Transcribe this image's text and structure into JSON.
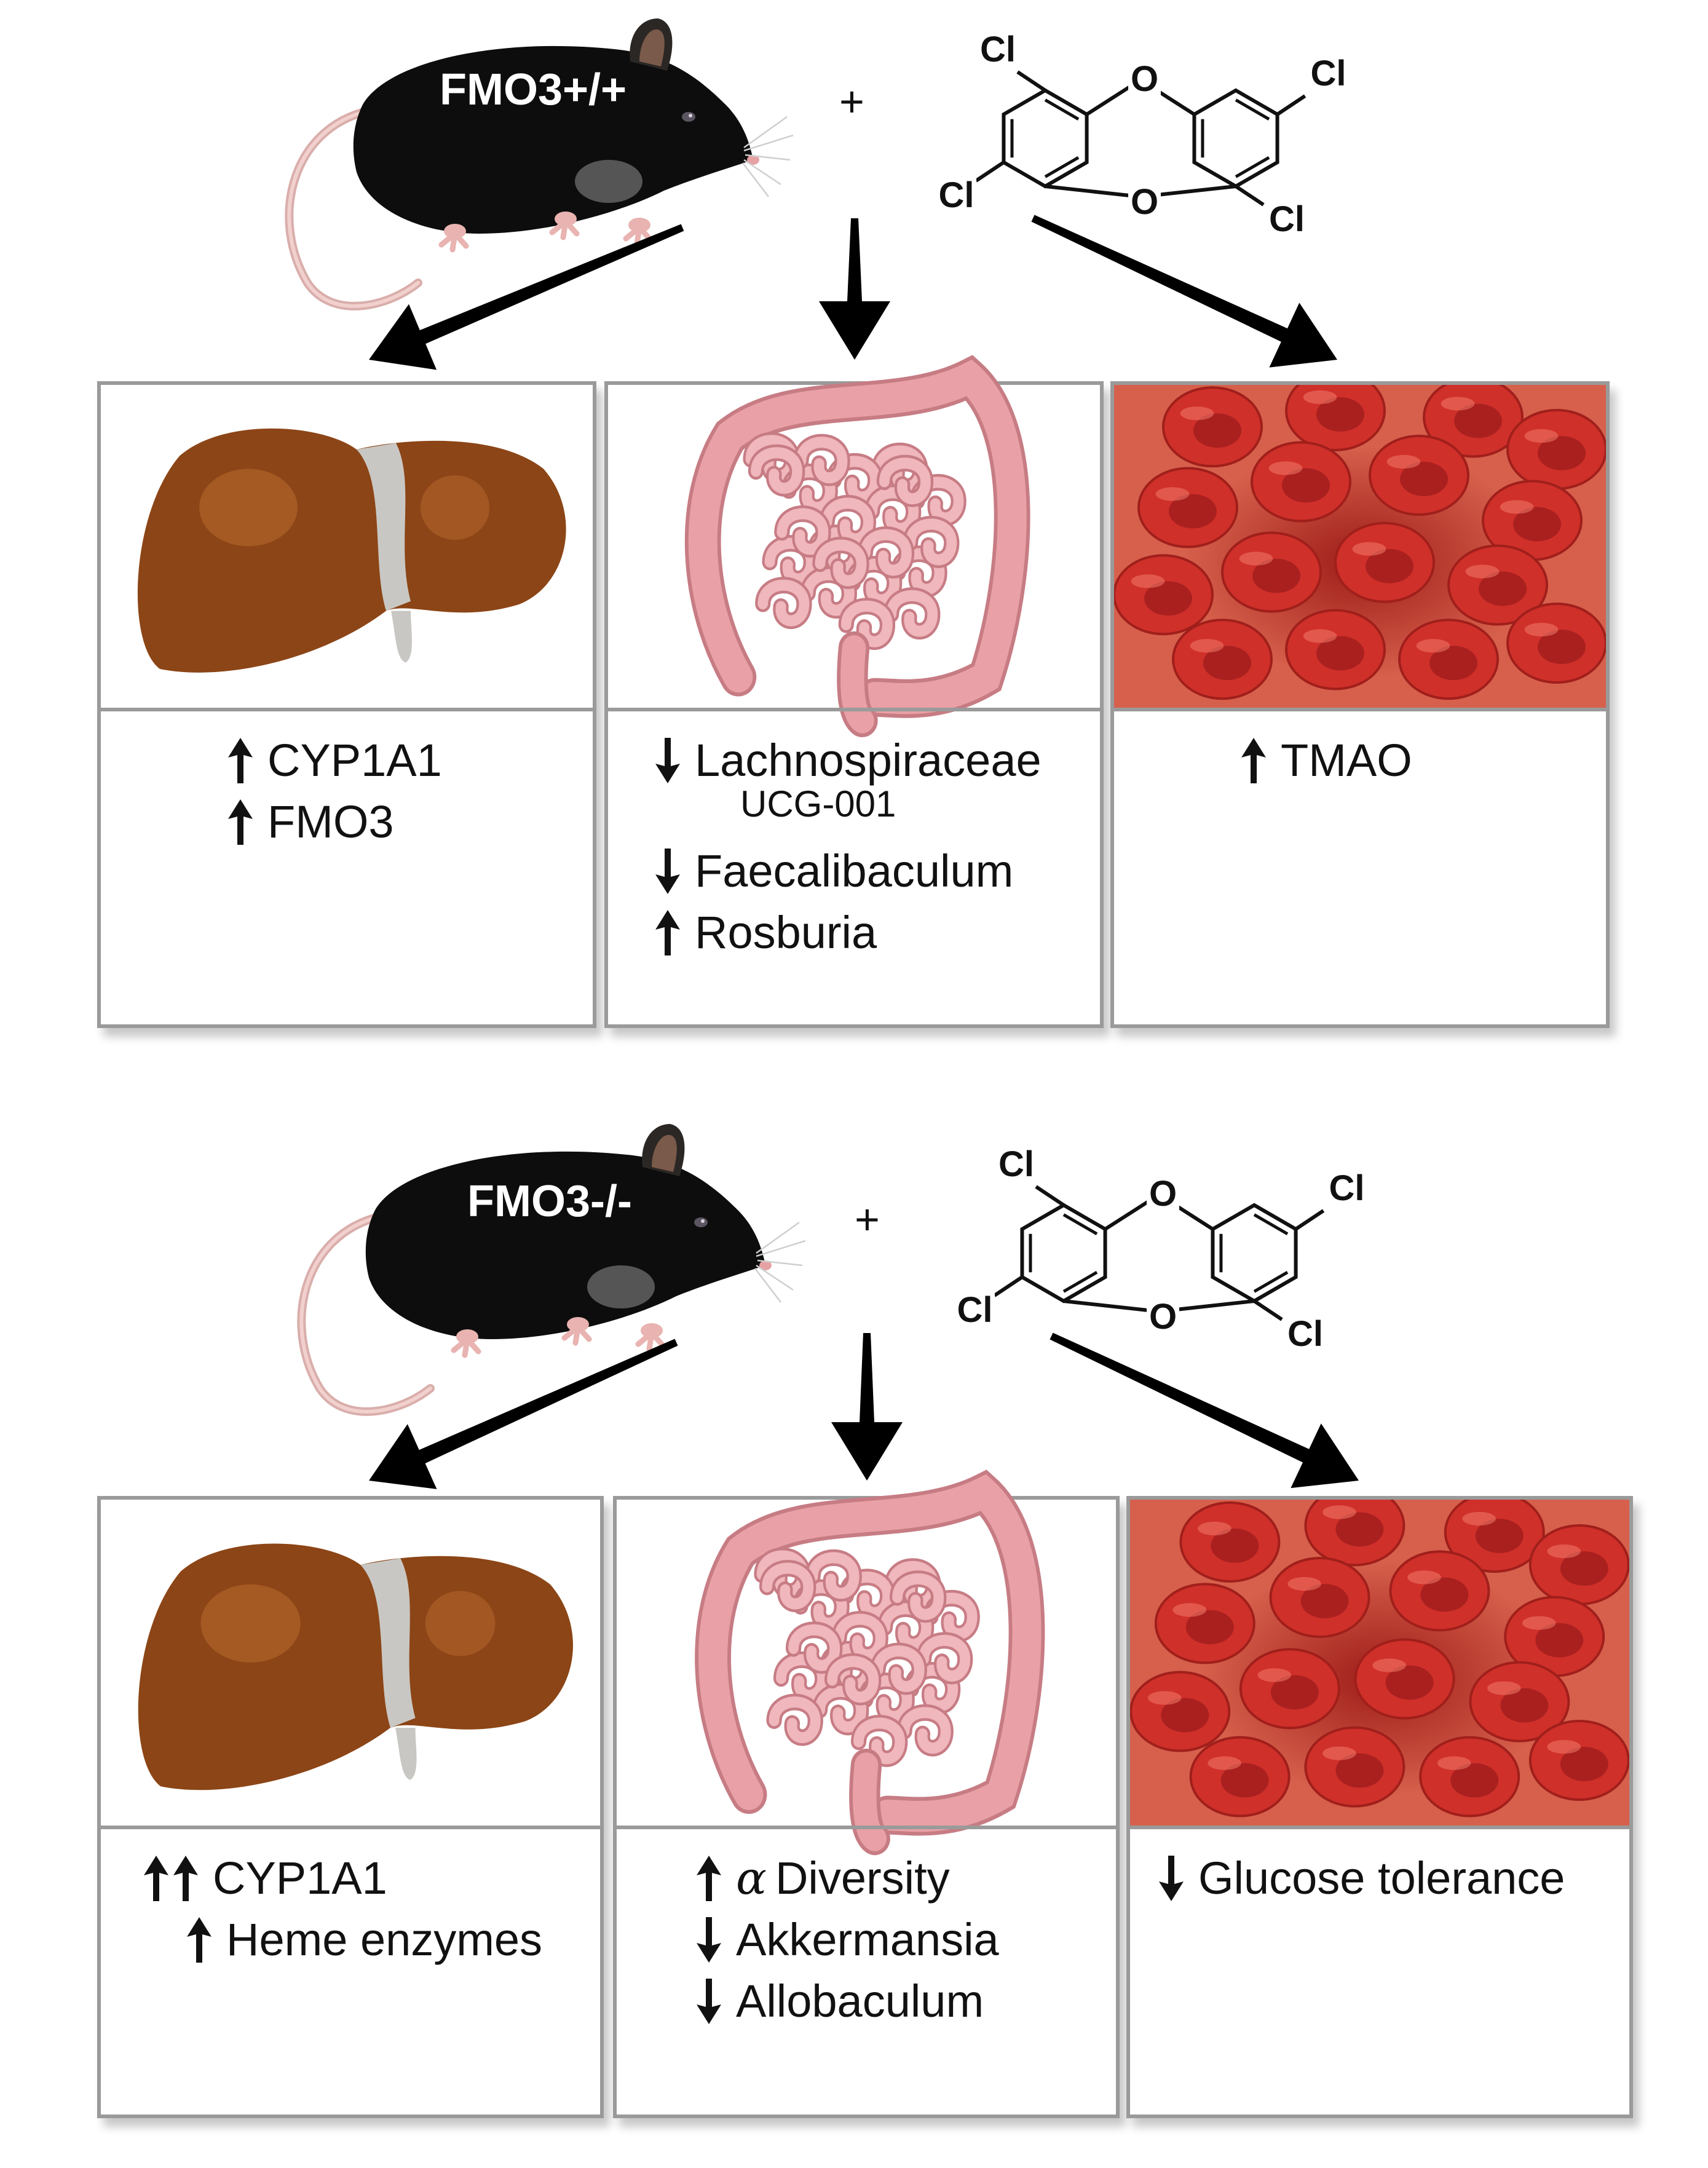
{
  "panels": {
    "top": {
      "mouse_label": "FMO3+/+",
      "plus": "+",
      "atoms": {
        "cl_top_left": "Cl",
        "cl_bottom_left": "Cl",
        "cl_top_right": "Cl",
        "cl_bottom_right": "Cl",
        "o_top": "O",
        "o_bottom": "O"
      },
      "liver": {
        "effects": [
          {
            "arrows": "up",
            "text": "CYP1A1"
          },
          {
            "arrows": "up",
            "text": "FMO3"
          }
        ]
      },
      "gut": {
        "effects": [
          {
            "arrows": "down",
            "text": "Lachnospiraceae",
            "sub": "UCG-001"
          },
          {
            "arrows": "down",
            "text": "Faecalibaculum"
          },
          {
            "arrows": "up",
            "text": "Rosburia"
          }
        ]
      },
      "blood": {
        "effects": [
          {
            "arrows": "up",
            "text": "TMAO"
          }
        ]
      }
    },
    "bottom": {
      "mouse_label": "FMO3-/-",
      "plus": "+",
      "atoms": {
        "cl_top_left": "Cl",
        "cl_bottom_left": "Cl",
        "cl_top_right": "Cl",
        "cl_bottom_right": "Cl",
        "o_top": "O",
        "o_bottom": "O"
      },
      "liver": {
        "effects": [
          {
            "arrows": "up-up",
            "text": "CYP1A1"
          },
          {
            "arrows": "up",
            "text": "Heme enzymes"
          }
        ]
      },
      "gut": {
        "effects": [
          {
            "arrows": "up",
            "greek": "α",
            "text": "Diversity"
          },
          {
            "arrows": "down",
            "text": "Akkermansia"
          },
          {
            "arrows": "down",
            "text": "Allobaculum"
          }
        ]
      },
      "blood": {
        "effects": [
          {
            "arrows": "down",
            "text": "Glucose tolerance"
          }
        ]
      }
    }
  },
  "colors": {
    "mouse_body": "#0d0d0d",
    "mouse_pink": "#e8b3b0",
    "liver": "#8c4516",
    "liver_highlight": "#b9692f",
    "gut": "#e9a0a6",
    "gut_dark": "#c77c84",
    "blood_bg": "#d6604c",
    "rbc": "#d0302a",
    "rbc_center": "#a9201f",
    "border": "#9a9a9a"
  }
}
